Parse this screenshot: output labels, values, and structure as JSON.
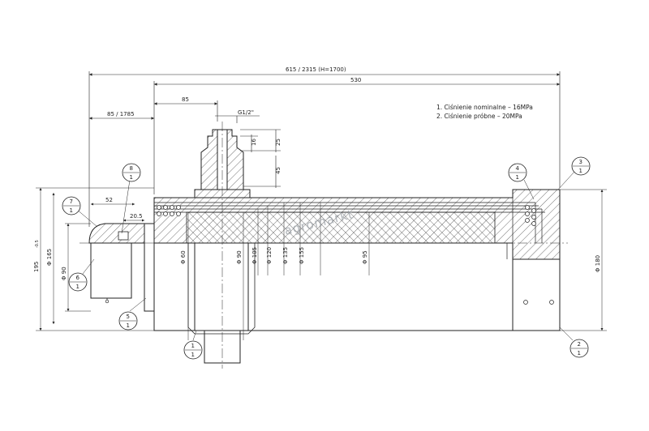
{
  "notes": {
    "line1": "1. Ciśnienie nominalne  – 16MPa",
    "line2": "2. Ciśnienie próbne    – 20MPa"
  },
  "dimensions": {
    "overall": "615 / 2315  (H=1700)",
    "body": "530",
    "port_offset": "85",
    "thread": "G1/2\"",
    "left_offset": "85 / 1785",
    "port_h1": "16",
    "port_h2": "25",
    "port_h3": "45",
    "d52": "52",
    "d205": "20.5",
    "dia_overall": "195",
    "dia_overall_tol": "-0.5",
    "dia165": "Φ 165",
    "dia90": "Φ 90",
    "dia180": "Φ 180",
    "stage_dias": [
      "Φ 60",
      "Φ 90",
      "Φ 105",
      "Φ 120",
      "Φ 135",
      "Φ 155",
      "Φ 95"
    ]
  },
  "bubbles": [
    {
      "num": "1",
      "den": "1"
    },
    {
      "num": "2",
      "den": "1"
    },
    {
      "num": "3",
      "den": "1"
    },
    {
      "num": "4",
      "den": "1"
    },
    {
      "num": "5",
      "den": "1"
    },
    {
      "num": "6",
      "den": "1"
    },
    {
      "num": "7",
      "den": "1"
    },
    {
      "num": "8",
      "den": "1"
    }
  ],
  "watermark": "agromarkt"
}
